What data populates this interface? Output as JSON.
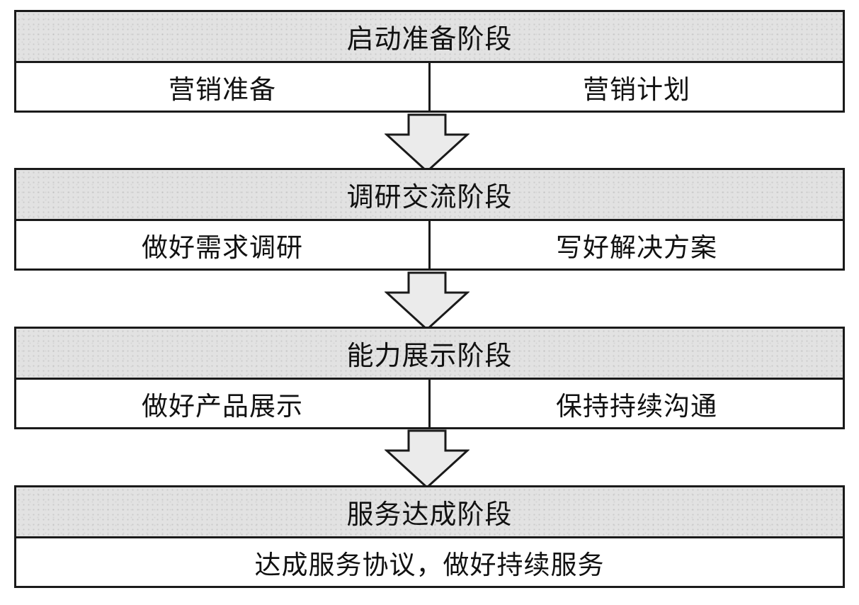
{
  "stages": [
    {
      "title": "启动准备阶段",
      "items": [
        "营销准备",
        "营销计划"
      ]
    },
    {
      "title": "调研交流阶段",
      "items": [
        "做好需求调研",
        "写好解决方案"
      ]
    },
    {
      "title": "能力展示阶段",
      "items": [
        "做好产品展示",
        "保持持续沟通"
      ]
    },
    {
      "title": "服务达成阶段",
      "items": [
        "达成服务协议，做好持续服务"
      ]
    }
  ],
  "colors": {
    "header_fill": "#e2e2e2",
    "line": "#1a1a1a",
    "body_fill": "#ffffff"
  },
  "icons": [
    "down-arrow-icon"
  ]
}
